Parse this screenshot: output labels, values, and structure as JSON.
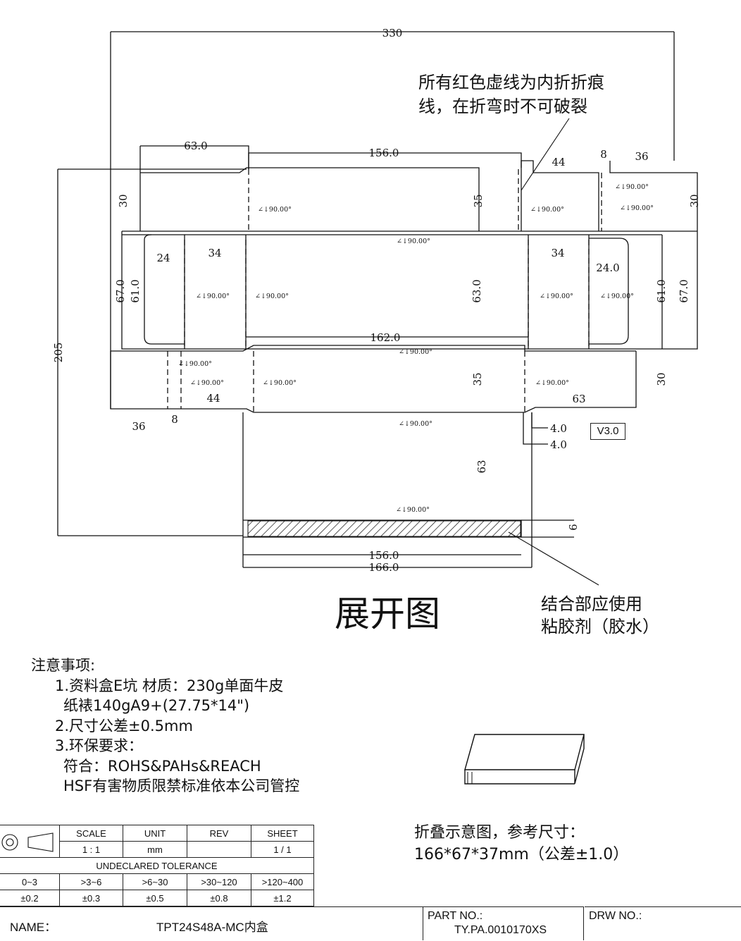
{
  "diagram": {
    "title": "展开图",
    "note_fold": [
      "所有红色虚线为内折折痕",
      "线，在折弯时不可破裂"
    ],
    "note_glue": [
      "结合部应使用",
      "粘胶剂（胶水）"
    ],
    "version": "V3.0",
    "angle_label": "90.00°",
    "dims": {
      "total_width": "330",
      "total_height": "205",
      "top_left_flap": "63.0",
      "top_center": "156.0",
      "top_right_44": "44",
      "top_right_8": "8",
      "top_right_36": "36",
      "left_30": "30",
      "right_30": "30",
      "mid_35_top": "35",
      "left_24": "24",
      "left_34": "34",
      "right_34": "34",
      "right_24": "24.0",
      "left_67": "67.0",
      "left_61": "61.0",
      "right_61": "61.0",
      "right_67": "67.0",
      "center_63": "63.0",
      "center_162": "162.0",
      "lower_35": "35",
      "lower_right_30": "30",
      "lower_44": "44",
      "lower_63": "63",
      "lower_36": "36",
      "lower_8": "8",
      "tab_4a": "4.0",
      "tab_4b": "4.0",
      "bottom_63": "63",
      "bottom_9": "9",
      "bottom_156": "156.0",
      "bottom_166": "166.0"
    }
  },
  "notes": {
    "heading": "注意事项:",
    "lines": [
      "1.资料盒E坑 材质：230g单面牛皮",
      "纸裱140gA9+(27.75*14\")",
      "2.尺寸公差±0.5mm",
      "3.环保要求：",
      "符合：ROHS&PAHs&REACH",
      "HSF有害物质限禁标准依本公司管控"
    ]
  },
  "fold": {
    "line1": "折叠示意图，参考尺寸：",
    "line2": "166*67*37mm（公差±1.0）"
  },
  "title_block": {
    "headers": [
      "SCALE",
      "UNIT",
      "REV",
      "SHEET"
    ],
    "values": [
      "1 : 1",
      "mm",
      "",
      "1 / 1"
    ],
    "tolerance_title": "UNDECLARED TOLERANCE",
    "ranges": [
      "0~3",
      ">3~6",
      ">6~30",
      ">30~120",
      ">120~400"
    ],
    "tolerances": [
      "±0.2",
      "±0.3",
      "±0.5",
      "±0.8",
      "±1.2"
    ],
    "name_label": "NAME：",
    "name_value": "TPT24S48A-MC内盒",
    "part_label": "PART NO.:",
    "part_value": "TY.PA.0010170XS",
    "drw_label": "DRW NO.:"
  }
}
